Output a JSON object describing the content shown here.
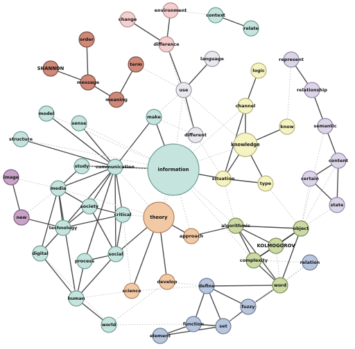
{
  "palette": {
    "teal": "#c5e4de",
    "pink": "#f4cfd0",
    "red": "#d08878",
    "lavender": "#dcd5e8",
    "purple": "#c7a3c7",
    "yellow": "#f6f3c2",
    "olive": "#cbd9a3",
    "orange": "#f2c9a5",
    "blue": "#b7c6de",
    "grey": "#e8e8ee",
    "stroke": "#555555",
    "edge": "#2b2b2b",
    "weak_edge": "#cfcfcf"
  },
  "nodes": [
    {
      "id": "environment",
      "label": "environment",
      "group": "pink",
      "size": "s"
    },
    {
      "id": "change",
      "label": "change",
      "group": "pink",
      "size": "s"
    },
    {
      "id": "difference",
      "label": "difference",
      "group": "pink",
      "size": "s"
    },
    {
      "id": "context",
      "label": "context",
      "group": "teal",
      "size": "s"
    },
    {
      "id": "relate",
      "label": "relate",
      "group": "teal",
      "size": "s"
    },
    {
      "id": "order",
      "label": "order",
      "group": "red",
      "size": "s"
    },
    {
      "id": "shannon",
      "label": "SHANNON",
      "group": "red",
      "size": "s"
    },
    {
      "id": "message",
      "label": "message",
      "group": "red",
      "size": "s"
    },
    {
      "id": "term",
      "label": "term",
      "group": "red",
      "size": "s"
    },
    {
      "id": "meaning",
      "label": "meaning",
      "group": "red",
      "size": "s"
    },
    {
      "id": "language",
      "label": "language",
      "group": "grey",
      "size": "s"
    },
    {
      "id": "use",
      "label": "use",
      "group": "grey",
      "size": "s"
    },
    {
      "id": "different",
      "label": "different",
      "group": "grey",
      "size": "s"
    },
    {
      "id": "logic",
      "label": "logic",
      "group": "yellow",
      "size": "s"
    },
    {
      "id": "channel",
      "label": "channel",
      "group": "yellow",
      "size": "s"
    },
    {
      "id": "know",
      "label": "know",
      "group": "yellow",
      "size": "s"
    },
    {
      "id": "knowledge",
      "label": "knowledge",
      "group": "yellow",
      "size": "m"
    },
    {
      "id": "situation",
      "label": "situation",
      "group": "yellow",
      "size": "s"
    },
    {
      "id": "type",
      "label": "type",
      "group": "yellow",
      "size": "s"
    },
    {
      "id": "represent",
      "label": "represent",
      "group": "lavender",
      "size": "s"
    },
    {
      "id": "relationship",
      "label": "relationship",
      "group": "lavender",
      "size": "s"
    },
    {
      "id": "semantic",
      "label": "semantic",
      "group": "lavender",
      "size": "s"
    },
    {
      "id": "content",
      "label": "content",
      "group": "lavender",
      "size": "s"
    },
    {
      "id": "certain",
      "label": "certain",
      "group": "lavender",
      "size": "s"
    },
    {
      "id": "state",
      "label": "state",
      "group": "lavender",
      "size": "s"
    },
    {
      "id": "model",
      "label": "model",
      "group": "teal",
      "size": "s"
    },
    {
      "id": "sense",
      "label": "sense",
      "group": "teal",
      "size": "s"
    },
    {
      "id": "make",
      "label": "make",
      "group": "teal",
      "size": "s"
    },
    {
      "id": "structure",
      "label": "structure",
      "group": "teal",
      "size": "s"
    },
    {
      "id": "study",
      "label": "study",
      "group": "teal",
      "size": "s"
    },
    {
      "id": "communication",
      "label": "communication",
      "group": "teal",
      "size": "s"
    },
    {
      "id": "information",
      "label": "information",
      "group": "teal",
      "size": "xl"
    },
    {
      "id": "image",
      "label": "image",
      "group": "purple",
      "size": "s"
    },
    {
      "id": "media",
      "label": "media",
      "group": "teal",
      "size": "s"
    },
    {
      "id": "society",
      "label": "society",
      "group": "teal",
      "size": "s"
    },
    {
      "id": "critical",
      "label": "critical",
      "group": "teal",
      "size": "s"
    },
    {
      "id": "new",
      "label": "new",
      "group": "purple",
      "size": "s"
    },
    {
      "id": "technology",
      "label": "technology",
      "group": "teal",
      "size": "s"
    },
    {
      "id": "theory",
      "label": "theory",
      "group": "orange",
      "size": "l"
    },
    {
      "id": "approach",
      "label": "approach",
      "group": "orange",
      "size": "s"
    },
    {
      "id": "algorithmic",
      "label": "algorithmic",
      "group": "olive",
      "size": "s"
    },
    {
      "id": "object",
      "label": "object",
      "group": "olive",
      "size": "s"
    },
    {
      "id": "kolmogorov",
      "label": "KOLMOGOROV",
      "group": "olive",
      "size": "s"
    },
    {
      "id": "complexity",
      "label": "complexity",
      "group": "olive",
      "size": "s"
    },
    {
      "id": "digital",
      "label": "digital",
      "group": "teal",
      "size": "s"
    },
    {
      "id": "process",
      "label": "process",
      "group": "teal",
      "size": "s"
    },
    {
      "id": "social",
      "label": "social",
      "group": "teal",
      "size": "s"
    },
    {
      "id": "relation",
      "label": "relation",
      "group": "blue",
      "size": "s"
    },
    {
      "id": "science",
      "label": "science",
      "group": "orange",
      "size": "s"
    },
    {
      "id": "develop",
      "label": "develop",
      "group": "orange",
      "size": "s"
    },
    {
      "id": "define",
      "label": "define",
      "group": "blue",
      "size": "s"
    },
    {
      "id": "word",
      "label": "word",
      "group": "olive",
      "size": "s"
    },
    {
      "id": "human",
      "label": "human",
      "group": "teal",
      "size": "s"
    },
    {
      "id": "fuzzy",
      "label": "fuzzy",
      "group": "blue",
      "size": "s"
    },
    {
      "id": "world",
      "label": "world",
      "group": "teal",
      "size": "s"
    },
    {
      "id": "function",
      "label": "function",
      "group": "blue",
      "size": "s"
    },
    {
      "id": "set",
      "label": "set",
      "group": "blue",
      "size": "s"
    },
    {
      "id": "element",
      "label": "element",
      "group": "blue",
      "size": "s"
    }
  ],
  "edges": [
    [
      "change",
      "difference",
      1
    ],
    [
      "environment",
      "difference",
      1
    ],
    [
      "context",
      "relate",
      1
    ],
    [
      "order",
      "message",
      1
    ],
    [
      "shannon",
      "message",
      1
    ],
    [
      "message",
      "meaning",
      1
    ],
    [
      "term",
      "meaning",
      1
    ],
    [
      "difference",
      "use",
      1
    ],
    [
      "language",
      "use",
      1
    ],
    [
      "use",
      "different",
      1
    ],
    [
      "logic",
      "channel",
      1
    ],
    [
      "channel",
      "knowledge",
      1
    ],
    [
      "know",
      "knowledge",
      1
    ],
    [
      "knowledge",
      "situation",
      1
    ],
    [
      "knowledge",
      "type",
      1
    ],
    [
      "situation",
      "type",
      1
    ],
    [
      "channel",
      "situation",
      1
    ],
    [
      "represent",
      "relationship",
      1
    ],
    [
      "relationship",
      "semantic",
      1
    ],
    [
      "semantic",
      "content",
      1
    ],
    [
      "content",
      "certain",
      1
    ],
    [
      "content",
      "state",
      1
    ],
    [
      "certain",
      "state",
      1
    ],
    [
      "make",
      "information",
      1
    ],
    [
      "information",
      "situation",
      1
    ],
    [
      "communication",
      "information",
      1
    ],
    [
      "communication",
      "make",
      1
    ],
    [
      "communication",
      "sense",
      1
    ],
    [
      "communication",
      "model",
      1
    ],
    [
      "communication",
      "structure",
      1
    ],
    [
      "communication",
      "study",
      1
    ],
    [
      "communication",
      "media",
      1
    ],
    [
      "communication",
      "society",
      1
    ],
    [
      "communication",
      "critical",
      1
    ],
    [
      "communication",
      "technology",
      1
    ],
    [
      "communication",
      "social",
      1
    ],
    [
      "communication",
      "process",
      1
    ],
    [
      "study",
      "media",
      1
    ],
    [
      "media",
      "society",
      1
    ],
    [
      "media",
      "technology",
      1
    ],
    [
      "media",
      "digital",
      1
    ],
    [
      "society",
      "critical",
      1
    ],
    [
      "society",
      "technology",
      1
    ],
    [
      "society",
      "social",
      1
    ],
    [
      "critical",
      "social",
      1
    ],
    [
      "image",
      "new",
      1
    ],
    [
      "new",
      "technology",
      1
    ],
    [
      "technology",
      "digital",
      1
    ],
    [
      "technology",
      "critical",
      1
    ],
    [
      "digital",
      "human",
      1
    ],
    [
      "process",
      "social",
      1
    ],
    [
      "process",
      "human",
      1
    ],
    [
      "social",
      "human",
      1
    ],
    [
      "human",
      "world",
      1
    ],
    [
      "human",
      "media",
      1
    ],
    [
      "theory",
      "approach",
      1
    ],
    [
      "theory",
      "science",
      1
    ],
    [
      "theory",
      "develop",
      1
    ],
    [
      "theory",
      "social",
      1
    ],
    [
      "approach",
      "algorithmic",
      1
    ],
    [
      "algorithmic",
      "object",
      1
    ],
    [
      "algorithmic",
      "kolmogorov",
      1
    ],
    [
      "algorithmic",
      "complexity",
      1
    ],
    [
      "algorithmic",
      "word",
      1
    ],
    [
      "kolmogorov",
      "complexity",
      1
    ],
    [
      "object",
      "complexity",
      1
    ],
    [
      "object",
      "kolmogorov",
      1
    ],
    [
      "complexity",
      "word",
      1
    ],
    [
      "object",
      "word",
      1
    ],
    [
      "word",
      "fuzzy",
      1
    ],
    [
      "define",
      "word",
      1
    ],
    [
      "define",
      "function",
      1
    ],
    [
      "define",
      "set",
      1
    ],
    [
      "fuzzy",
      "set",
      1
    ],
    [
      "function",
      "set",
      1
    ],
    [
      "function",
      "element",
      1
    ],
    [
      "set",
      "element",
      1
    ],
    [
      "define",
      "fuzzy",
      1
    ],
    [
      "term",
      "use",
      0
    ],
    [
      "communication",
      "theory",
      0
    ],
    [
      "critical",
      "science",
      0
    ],
    [
      "make",
      "different",
      0
    ],
    [
      "information",
      "knowledge",
      0
    ],
    [
      "information",
      "theory",
      0
    ],
    [
      "information",
      "use",
      0
    ],
    [
      "information",
      "complexity",
      0
    ],
    [
      "theory",
      "critical",
      0
    ],
    [
      "theory",
      "media",
      0
    ],
    [
      "use",
      "knowledge",
      0
    ],
    [
      "different",
      "situation",
      0
    ],
    [
      "situation",
      "algorithmic",
      0
    ],
    [
      "type",
      "object",
      0
    ],
    [
      "object",
      "content",
      0
    ],
    [
      "certain",
      "object",
      0
    ],
    [
      "kolmogorov",
      "word",
      0
    ],
    [
      "complexity",
      "relation",
      0
    ],
    [
      "relation",
      "word",
      0
    ],
    [
      "science",
      "human",
      0
    ],
    [
      "world",
      "develop",
      0
    ],
    [
      "develop",
      "define",
      0
    ],
    [
      "word",
      "set",
      0
    ],
    [
      "digital",
      "world",
      0
    ],
    [
      "state",
      "object",
      0
    ],
    [
      "semantic",
      "object",
      0
    ],
    [
      "represent",
      "know",
      0
    ],
    [
      "sense",
      "information",
      0
    ],
    [
      "model",
      "information",
      0
    ],
    [
      "study",
      "information",
      0
    ],
    [
      "structure",
      "information",
      0
    ],
    [
      "make",
      "use",
      0
    ],
    [
      "environment",
      "context",
      0
    ],
    [
      "difference",
      "different",
      0
    ],
    [
      "channel",
      "information",
      0
    ],
    [
      "image",
      "media",
      0
    ],
    [
      "new",
      "media",
      0
    ],
    [
      "approach",
      "information",
      0
    ],
    [
      "algorithmic",
      "information",
      0
    ],
    [
      "theory",
      "different",
      0
    ],
    [
      "science",
      "define",
      0
    ],
    [
      "function",
      "world",
      0
    ],
    [
      "relation",
      "fuzzy",
      0
    ]
  ]
}
